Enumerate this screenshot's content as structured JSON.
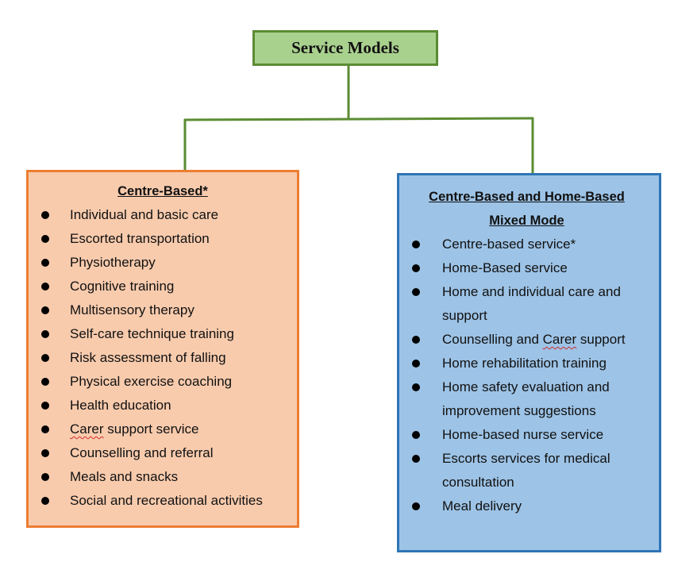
{
  "colors": {
    "connector": "#5b8c33",
    "root_fill": "#a9d18e",
    "root_border": "#5b8c33",
    "left_fill": "#f8cbad",
    "left_border": "#ed7d31",
    "right_fill": "#9dc3e6",
    "right_border": "#2e75b6"
  },
  "root": {
    "title": "Service Models"
  },
  "left_box": {
    "title": "Centre-Based*",
    "items": [
      "Individual and basic care",
      "Escorted transportation",
      "Physiotherapy",
      "Cognitive training",
      "Multisensory therapy",
      "Self-care technique training",
      "Risk assessment of falling",
      "Physical exercise coaching",
      "Health education",
      "Carer support service",
      "Counselling and referral",
      "Meals and snacks",
      "Social and recreational activities"
    ]
  },
  "right_box": {
    "title_line1": "Centre-Based and Home-Based",
    "title_line2": "Mixed Mode",
    "items": [
      "Centre-based service*",
      "Home-Based service",
      "Home and individual care and support",
      "Counselling and Carer support",
      "Home rehabilitation training",
      "Home safety evaluation and improvement suggestions",
      "Home-based nurse service",
      "Escorts services for medical consultation",
      "Meal delivery"
    ]
  }
}
